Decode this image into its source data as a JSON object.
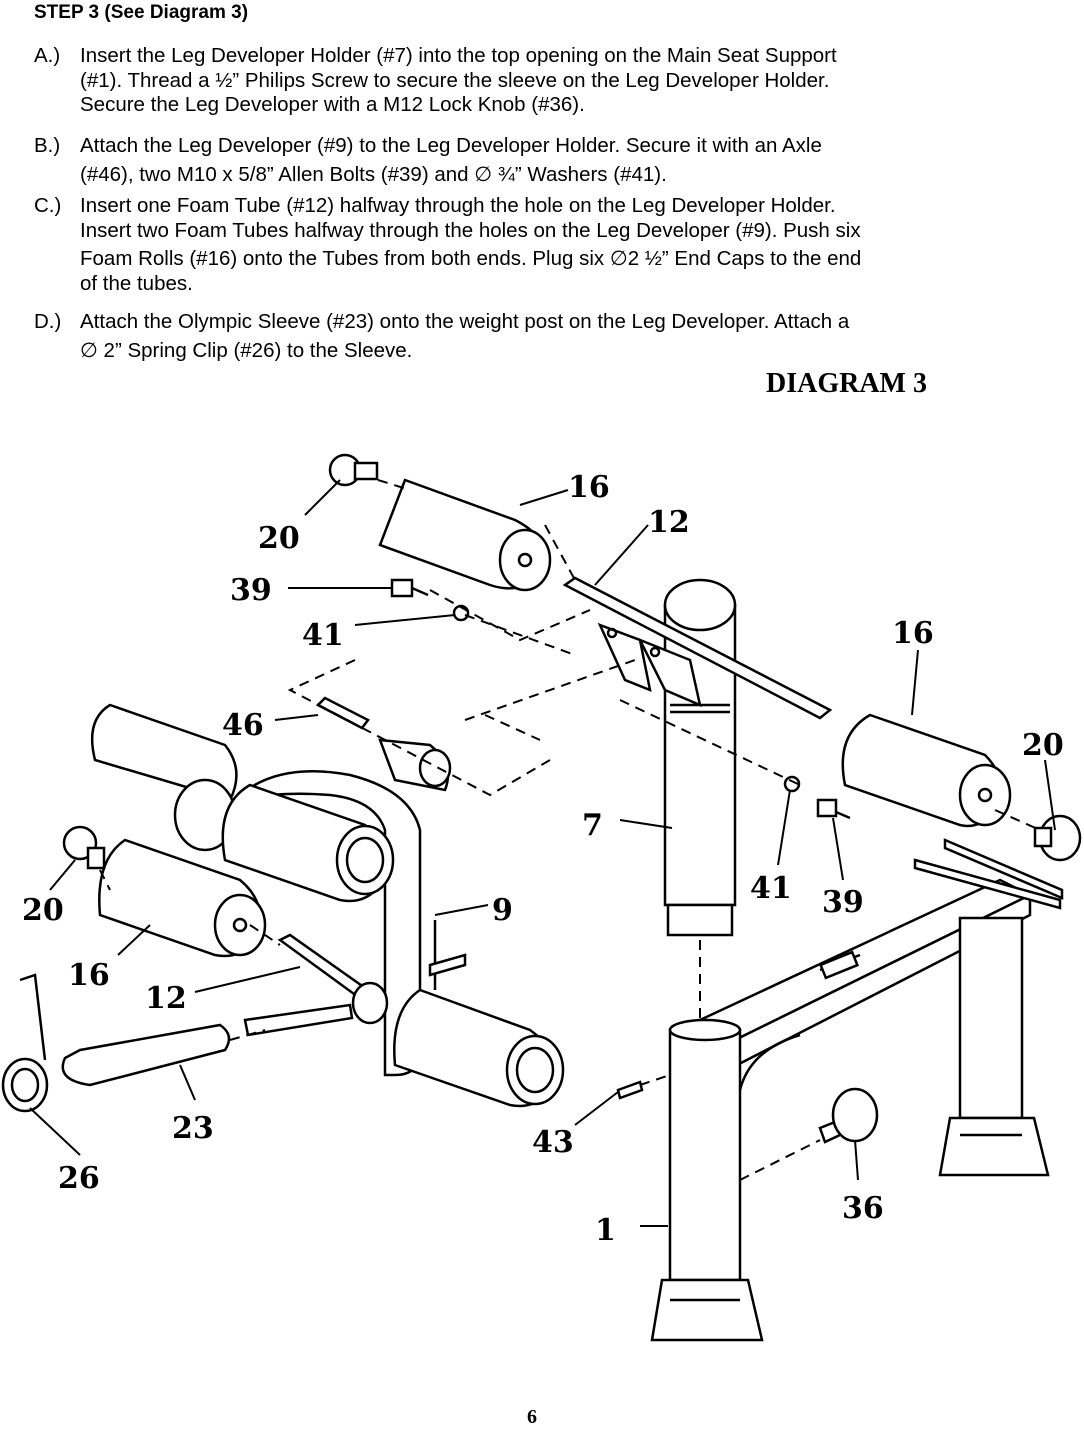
{
  "step_heading": "STEP 3 (See Diagram 3)",
  "instructions": [
    {
      "label": "A.)",
      "lines": [
        "Insert the Leg Developer Holder (#7) into the top opening on the Main Seat Support",
        "(#1). Thread a ½” Philips Screw to secure the sleeve on the Leg Developer Holder.",
        "Secure the Leg Developer with a M12 Lock Knob (#36)."
      ]
    },
    {
      "label": "B.)",
      "lines": [
        "Attach the Leg Developer (#9) to the Leg Developer Holder. Secure it with an Axle",
        "(#46), two M10 x 5/8” Allen Bolts (#39) and ∅ ¾” Washers (#41)."
      ]
    },
    {
      "label": "C.)",
      "lines": [
        "Insert one Foam Tube (#12) halfway through the hole on the Leg Developer Holder.",
        "Insert two Foam Tubes halfway through the holes on the Leg Developer (#9). Push six",
        "Foam Rolls (#16) onto the Tubes from both ends.  Plug six ∅2 ½” End Caps to the end",
        "of the tubes."
      ]
    },
    {
      "label": "D.)",
      "lines": [
        "Attach the Olympic Sleeve (#23) onto the weight post on the Leg Developer. Attach a",
        "∅ 2” Spring Clip (#26) to the Sleeve."
      ]
    }
  ],
  "diagram": {
    "title": "DIAGRAM 3",
    "callouts": [
      "16",
      "12",
      "20",
      "39",
      "41",
      "16",
      "46",
      "20",
      "7",
      "41",
      "39",
      "20",
      "9",
      "16",
      "12",
      "23",
      "26",
      "43",
      "36",
      "1"
    ]
  },
  "page_number": "6"
}
